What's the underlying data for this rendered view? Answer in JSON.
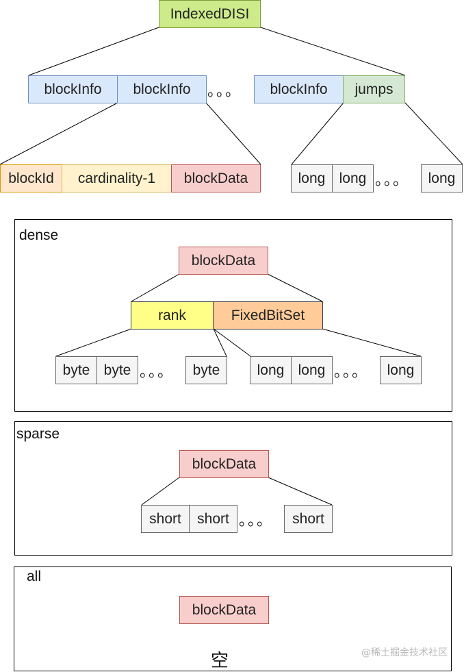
{
  "root": {
    "label": "IndexedDISI"
  },
  "level1": {
    "block_info_1": "blockInfo",
    "block_info_2": "blockInfo",
    "dots": "。。。",
    "block_info_3": "blockInfo",
    "jumps": "jumps"
  },
  "block_info_fields": {
    "block_id": "blockId",
    "cardinality": "cardinality-1",
    "block_data": "blockData"
  },
  "jumps_fields": {
    "long_1": "long",
    "long_2": "long",
    "dots": "。。。",
    "long_3": "long"
  },
  "dense": {
    "label": "dense",
    "block_data": "blockData",
    "rank": "rank",
    "fixed_bit_set": "FixedBitSet",
    "rank_items": {
      "byte_1": "byte",
      "byte_2": "byte",
      "dots": "。。。",
      "byte_3": "byte"
    },
    "bitset_items": {
      "long_1": "long",
      "long_2": "long",
      "dots": "。。。",
      "long_3": "long"
    }
  },
  "sparse": {
    "label": "sparse",
    "block_data": "blockData",
    "items": {
      "short_1": "short",
      "short_2": "short",
      "dots": "。。。",
      "short_3": "short"
    }
  },
  "all": {
    "label": "all",
    "block_data": "blockData",
    "empty": "空"
  },
  "watermark": "@稀土掘金技术社区"
}
